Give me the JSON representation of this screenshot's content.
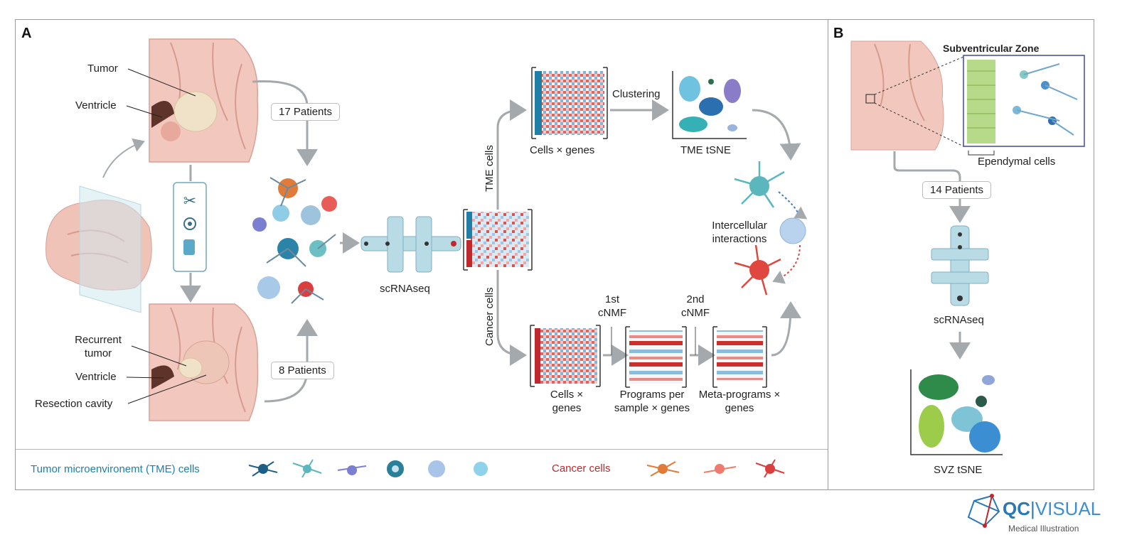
{
  "panels": {
    "a_letter": "A",
    "b_letter": "B"
  },
  "brain_labels": {
    "tumor": "Tumor",
    "ventricle_top": "Ventricle",
    "recurrent_tumor": "Recurrent tumor",
    "ventricle_bottom": "Ventricle",
    "resection_cavity": "Resection cavity"
  },
  "patients": {
    "top": "17 Patients",
    "bottom": "8 Patients",
    "svz": "14 Patients"
  },
  "pipeline": {
    "scrnaseq": "scRNAseq",
    "tme_cells": "TME cells",
    "cancer_cells": "Cancer cells",
    "cells_x_genes_top": "Cells × genes",
    "clustering": "Clustering",
    "tme_tsne": "TME tSNE",
    "intercellular": "Intercellular interactions",
    "first_cnmf": "1st cNMF",
    "second_cnmf": "2nd cNMF",
    "cells_x_genes_bottom": "Cells × genes",
    "programs": "Programs per sample × genes",
    "meta_programs": "Meta-programs × genes"
  },
  "panel_b": {
    "svz_title": "Subventricular Zone",
    "ependymal": "Ependymal cells",
    "scrnaseq": "scRNAseq",
    "svz_tsne": "SVZ tSNE"
  },
  "legend": {
    "tme": "Tumor microenvironemt (TME) cells",
    "cancer": "Cancer cells"
  },
  "logo": {
    "brand_a": "QC",
    "brand_b": "VISUAL",
    "tagline": "Medical Illustration"
  },
  "colors": {
    "tme_blue": "#1f7fa6",
    "cancer_red": "#c0282d",
    "arrow_gray": "#a3a9ad"
  }
}
